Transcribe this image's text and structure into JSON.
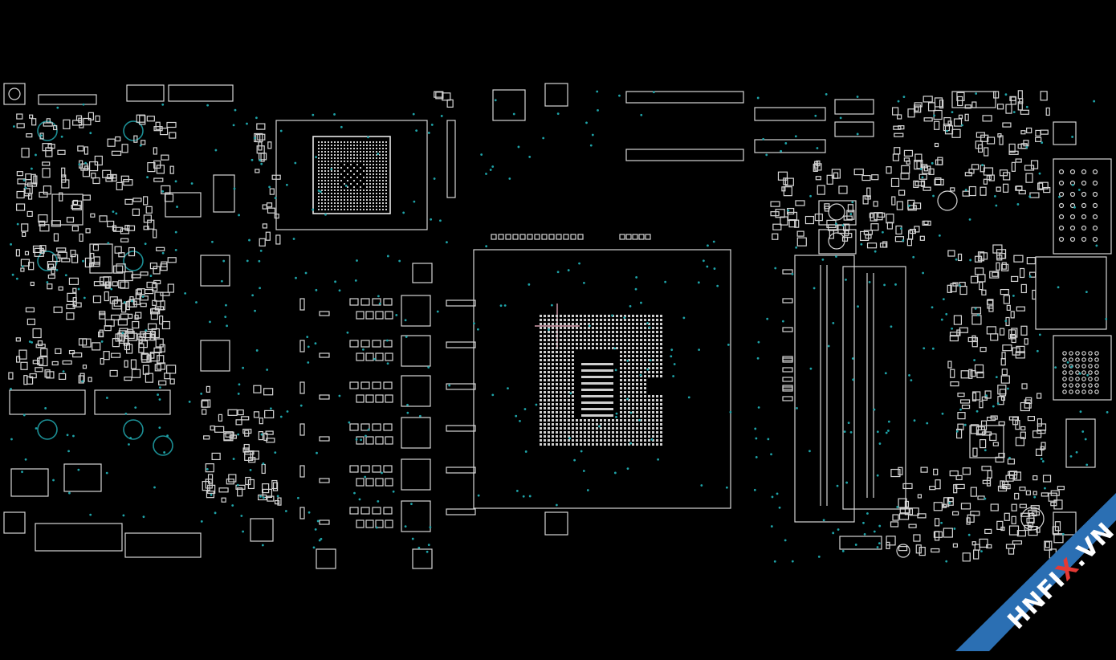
{
  "watermark": {
    "prefix": "HNFI",
    "highlight": "X",
    "suffix": ".VN",
    "banner_color": "#2b6fb3",
    "highlight_color": "#e53935"
  },
  "colors": {
    "background": "#000000",
    "outline": "#d6d6d6",
    "via": "#1ea3a8",
    "ring": "#1c8f95",
    "marker": "#d8a0b0"
  }
}
